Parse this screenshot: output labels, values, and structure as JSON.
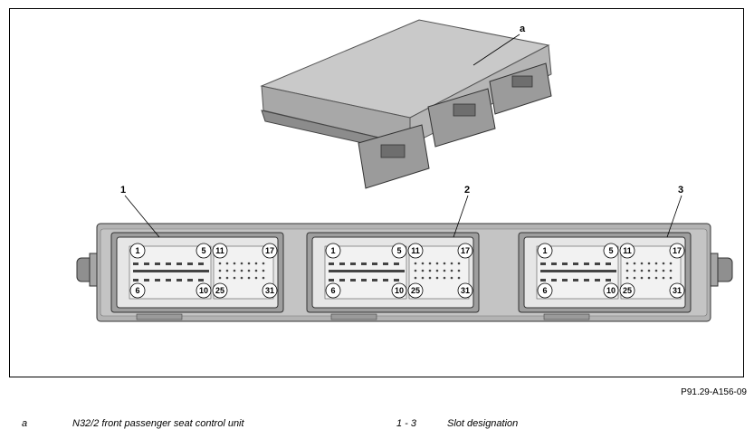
{
  "figure": {
    "callouts": {
      "module": "a",
      "slot1": "1",
      "slot2": "2",
      "slot3": "3"
    },
    "pin_labels": {
      "p1": "1",
      "p5": "5",
      "p11": "11",
      "p17": "17",
      "p6": "6",
      "p10": "10",
      "p25": "25",
      "p31": "31"
    },
    "code": "P91.29-A156-09"
  },
  "legend": [
    {
      "key": "a",
      "text": "N32/2 front passenger seat control unit"
    },
    {
      "key": "1 - 3",
      "text": "Slot designation"
    }
  ]
}
